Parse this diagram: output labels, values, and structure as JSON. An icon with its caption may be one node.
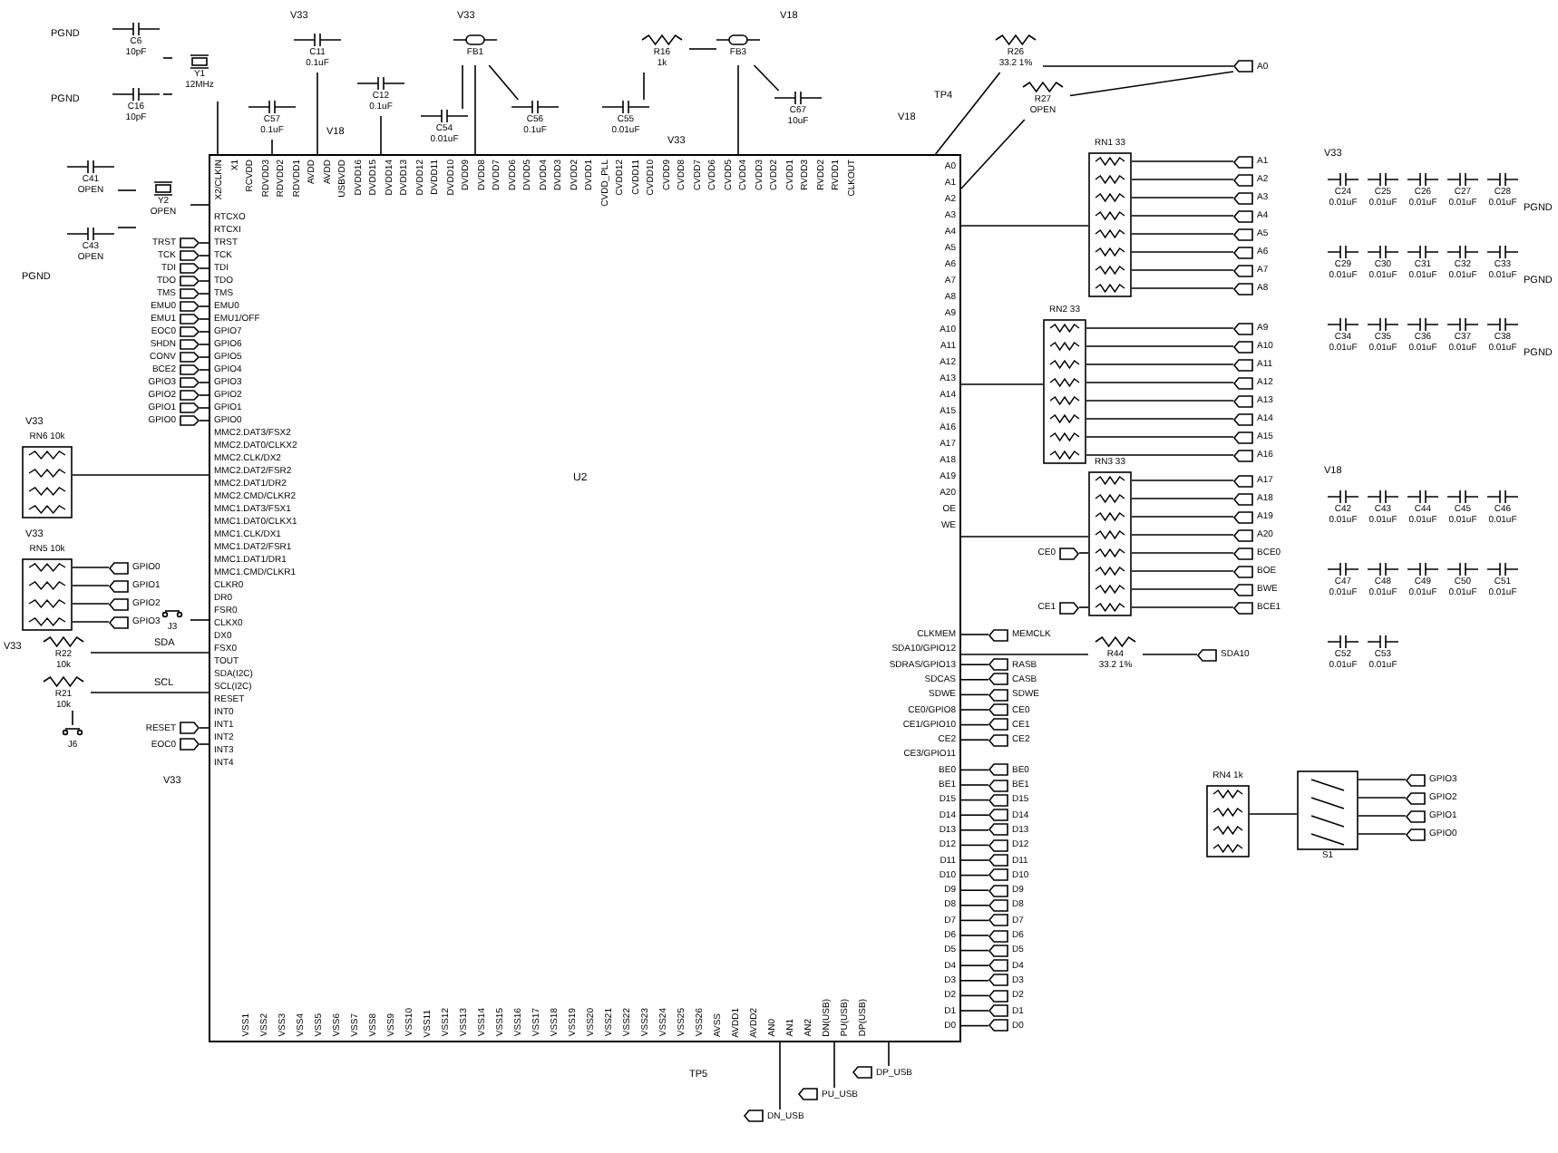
{
  "diagram": {
    "nodes": [
      {
        "text": [
          "U2"
        ]
      },
      {
        "text": [
          "C6",
          "10pF"
        ]
      },
      {
        "text": [
          "Y1",
          "12MHz"
        ]
      },
      {
        "text": [
          "C16",
          "10pF"
        ]
      },
      {
        "text": [
          "C41",
          "OPEN"
        ]
      },
      {
        "text": [
          "Y2",
          "OPEN"
        ]
      },
      {
        "text": [
          "C43",
          "OPEN"
        ]
      },
      {
        "text": [
          "C11",
          "0.1uF"
        ]
      },
      {
        "text": [
          "C12",
          "0.1uF"
        ]
      },
      {
        "text": [
          "C57",
          "0.1uF"
        ]
      },
      {
        "text": [
          "FB1"
        ]
      },
      {
        "text": [
          "C54",
          "0.01uF"
        ]
      },
      {
        "text": [
          "C56",
          "0.1uF"
        ]
      },
      {
        "text": [
          "R16",
          "1k"
        ]
      },
      {
        "text": [
          "C55",
          "0.01uF"
        ]
      },
      {
        "text": [
          "FB3"
        ]
      },
      {
        "text": [
          "C67",
          "10uF"
        ]
      },
      {
        "text": [
          "R26",
          "33.2 1%"
        ]
      },
      {
        "text": [
          "R27",
          "OPEN"
        ]
      },
      {
        "text": [
          "RN1 33"
        ]
      },
      {
        "text": [
          "RN2 33"
        ]
      },
      {
        "text": [
          "RN3 33"
        ]
      },
      {
        "text": [
          "R44",
          "33.2 1%"
        ]
      },
      {
        "text": [
          "RN6 10k"
        ]
      },
      {
        "text": [
          "RN5 10k"
        ]
      },
      {
        "text": [
          "R22",
          "10k"
        ]
      },
      {
        "text": [
          "R21",
          "10k"
        ]
      },
      {
        "text": [
          "J6"
        ]
      },
      {
        "text": [
          "J3"
        ]
      },
      {
        "text": [
          "RN4 1k"
        ]
      },
      {
        "text": [
          "S1"
        ]
      },
      {
        "text": [
          "C24",
          "0.01uF"
        ]
      },
      {
        "text": [
          "C25",
          "0.01uF"
        ]
      },
      {
        "text": [
          "C26",
          "0.01uF"
        ]
      },
      {
        "text": [
          "C27",
          "0.01uF"
        ]
      },
      {
        "text": [
          "C28",
          "0.01uF"
        ]
      },
      {
        "text": [
          "C29",
          "0.01uF"
        ]
      },
      {
        "text": [
          "C30",
          "0.01uF"
        ]
      },
      {
        "text": [
          "C31",
          "0.01uF"
        ]
      },
      {
        "text": [
          "C32",
          "0.01uF"
        ]
      },
      {
        "text": [
          "C33",
          "0.01uF"
        ]
      },
      {
        "text": [
          "C34",
          "0.01uF"
        ]
      },
      {
        "text": [
          "C35",
          "0.01uF"
        ]
      },
      {
        "text": [
          "C36",
          "0.01uF"
        ]
      },
      {
        "text": [
          "C37",
          "0.01uF"
        ]
      },
      {
        "text": [
          "C38",
          "0.01uF"
        ]
      },
      {
        "text": [
          "C42",
          "0.01uF"
        ]
      },
      {
        "text": [
          "C43",
          "0.01uF"
        ]
      },
      {
        "text": [
          "C44",
          "0.01uF"
        ]
      },
      {
        "text": [
          "C45",
          "0.01uF"
        ]
      },
      {
        "text": [
          "C46",
          "0.01uF"
        ]
      },
      {
        "text": [
          "C47",
          "0.01uF"
        ]
      },
      {
        "text": [
          "C48",
          "0.01uF"
        ]
      },
      {
        "text": [
          "C49",
          "0.01uF"
        ]
      },
      {
        "text": [
          "C50",
          "0.01uF"
        ]
      },
      {
        "text": [
          "C51",
          "0.01uF"
        ]
      },
      {
        "text": [
          "C52",
          "0.01uF"
        ]
      },
      {
        "text": [
          "C53",
          "0.01uF"
        ]
      },
      {
        "text": [
          "A0"
        ]
      },
      {
        "text": [
          "A1"
        ]
      },
      {
        "text": [
          "A2"
        ]
      },
      {
        "text": [
          "A3"
        ]
      },
      {
        "text": [
          "A4"
        ]
      },
      {
        "text": [
          "A5"
        ]
      },
      {
        "text": [
          "A6"
        ]
      },
      {
        "text": [
          "A7"
        ]
      },
      {
        "text": [
          "A8"
        ]
      },
      {
        "text": [
          "A9"
        ]
      },
      {
        "text": [
          "A10"
        ]
      },
      {
        "text": [
          "A11"
        ]
      },
      {
        "text": [
          "A12"
        ]
      },
      {
        "text": [
          "A13"
        ]
      },
      {
        "text": [
          "A14"
        ]
      },
      {
        "text": [
          "A15"
        ]
      },
      {
        "text": [
          "A16"
        ]
      },
      {
        "text": [
          "A17"
        ]
      },
      {
        "text": [
          "A18"
        ]
      },
      {
        "text": [
          "A19"
        ]
      },
      {
        "text": [
          "A20"
        ]
      },
      {
        "text": [
          "BCE0"
        ]
      },
      {
        "text": [
          "BOE"
        ]
      },
      {
        "text": [
          "BWE"
        ]
      },
      {
        "text": [
          "BCE1"
        ]
      },
      {
        "text": [
          "CE0"
        ]
      },
      {
        "text": [
          "CE1"
        ]
      },
      {
        "text": [
          "MEMCLK"
        ]
      },
      {
        "text": [
          "SDA10"
        ]
      },
      {
        "text": [
          "RASB"
        ]
      },
      {
        "text": [
          "CASB"
        ]
      },
      {
        "text": [
          "SDWE"
        ]
      },
      {
        "text": [
          "CE0"
        ]
      },
      {
        "text": [
          "CE1"
        ]
      },
      {
        "text": [
          "CE2"
        ]
      },
      {
        "text": [
          "BE0"
        ]
      },
      {
        "text": [
          "BE1"
        ]
      },
      {
        "text": [
          "D15"
        ]
      },
      {
        "text": [
          "D14"
        ]
      },
      {
        "text": [
          "D13"
        ]
      },
      {
        "text": [
          "D12"
        ]
      },
      {
        "text": [
          "D11"
        ]
      },
      {
        "text": [
          "D10"
        ]
      },
      {
        "text": [
          "D9"
        ]
      },
      {
        "text": [
          "D8"
        ]
      },
      {
        "text": [
          "D7"
        ]
      },
      {
        "text": [
          "D6"
        ]
      },
      {
        "text": [
          "D5"
        ]
      },
      {
        "text": [
          "D4"
        ]
      },
      {
        "text": [
          "D3"
        ]
      },
      {
        "text": [
          "D2"
        ]
      },
      {
        "text": [
          "D1"
        ]
      },
      {
        "text": [
          "D0"
        ]
      },
      {
        "text": [
          "DP_USB"
        ]
      },
      {
        "text": [
          "PU_USB"
        ]
      },
      {
        "text": [
          "DN_USB"
        ]
      },
      {
        "text": [
          "TRST"
        ]
      },
      {
        "text": [
          "TCK"
        ]
      },
      {
        "text": [
          "TDI"
        ]
      },
      {
        "text": [
          "TDO"
        ]
      },
      {
        "text": [
          "TMS"
        ]
      },
      {
        "text": [
          "EMU0"
        ]
      },
      {
        "text": [
          "EMU1"
        ]
      },
      {
        "text": [
          "EOC0"
        ]
      },
      {
        "text": [
          "SHDN"
        ]
      },
      {
        "text": [
          "CONV"
        ]
      },
      {
        "text": [
          "BCE2"
        ]
      },
      {
        "text": [
          "GPIO3"
        ]
      },
      {
        "text": [
          "GPIO2"
        ]
      },
      {
        "text": [
          "GPIO1"
        ]
      },
      {
        "text": [
          "GPIO0"
        ]
      },
      {
        "text": [
          "GPIO0"
        ]
      },
      {
        "text": [
          "GPIO1"
        ]
      },
      {
        "text": [
          "GPIO2"
        ]
      },
      {
        "text": [
          "GPIO3"
        ]
      },
      {
        "text": [
          "RESET"
        ]
      },
      {
        "text": [
          "EOC0"
        ]
      },
      {
        "text": [
          "GPIO3"
        ]
      },
      {
        "text": [
          "GPIO2"
        ]
      },
      {
        "text": [
          "GPIO1"
        ]
      },
      {
        "text": [
          "GPIO0"
        ]
      }
    ],
    "edges": [
      {
        "from": 1,
        "to": 2,
        "arrow": "none"
      },
      {
        "from": 3,
        "to": 2,
        "arrow": "none"
      },
      {
        "from": 2,
        "to": 0,
        "arrow": "none"
      },
      {
        "from": 4,
        "to": 5,
        "arrow": "none"
      },
      {
        "from": 6,
        "to": 5,
        "arrow": "none"
      },
      {
        "from": 5,
        "to": 0,
        "arrow": "none"
      },
      {
        "from": 7,
        "to": 0,
        "arrow": "none"
      },
      {
        "from": 8,
        "to": 0,
        "arrow": "none"
      },
      {
        "from": 9,
        "to": 0,
        "arrow": "none"
      },
      {
        "from": 10,
        "to": 11,
        "arrow": "none"
      },
      {
        "from": 10,
        "to": 12,
        "arrow": "none"
      },
      {
        "from": 10,
        "to": 0,
        "arrow": "none"
      },
      {
        "from": 13,
        "to": 14,
        "arrow": "none"
      },
      {
        "from": 13,
        "to": 15,
        "arrow": "none"
      },
      {
        "from": 15,
        "to": 16,
        "arrow": "none"
      },
      {
        "from": 15,
        "to": 0,
        "arrow": "none"
      },
      {
        "from": 0,
        "to": 17,
        "arrow": "none"
      },
      {
        "from": 0,
        "to": 18,
        "arrow": "none"
      },
      {
        "from": 17,
        "to": 58,
        "arrow": "none"
      },
      {
        "from": 18,
        "to": 58,
        "arrow": "none"
      },
      {
        "from": 0,
        "to": 19,
        "arrow": "none"
      },
      {
        "from": 19,
        "to": 59,
        "arrow": "none"
      },
      {
        "from": 19,
        "to": 60,
        "arrow": "none"
      },
      {
        "from": 19,
        "to": 61,
        "arrow": "none"
      },
      {
        "from": 19,
        "to": 62,
        "arrow": "none"
      },
      {
        "from": 19,
        "to": 63,
        "arrow": "none"
      },
      {
        "from": 19,
        "to": 64,
        "arrow": "none"
      },
      {
        "from": 19,
        "to": 65,
        "arrow": "none"
      },
      {
        "from": 19,
        "to": 66,
        "arrow": "none"
      },
      {
        "from": 0,
        "to": 20,
        "arrow": "none"
      },
      {
        "from": 20,
        "to": 67,
        "arrow": "none"
      },
      {
        "from": 20,
        "to": 68,
        "arrow": "none"
      },
      {
        "from": 20,
        "to": 69,
        "arrow": "none"
      },
      {
        "from": 20,
        "to": 70,
        "arrow": "none"
      },
      {
        "from": 20,
        "to": 71,
        "arrow": "none"
      },
      {
        "from": 20,
        "to": 72,
        "arrow": "none"
      },
      {
        "from": 20,
        "to": 73,
        "arrow": "none"
      },
      {
        "from": 20,
        "to": 74,
        "arrow": "none"
      },
      {
        "from": 0,
        "to": 21,
        "arrow": "none"
      },
      {
        "from": 21,
        "to": 75,
        "arrow": "none"
      },
      {
        "from": 21,
        "to": 76,
        "arrow": "none"
      },
      {
        "from": 21,
        "to": 77,
        "arrow": "none"
      },
      {
        "from": 21,
        "to": 78,
        "arrow": "none"
      },
      {
        "from": 21,
        "to": 79,
        "arrow": "none"
      },
      {
        "from": 21,
        "to": 80,
        "arrow": "none"
      },
      {
        "from": 21,
        "to": 81,
        "arrow": "none"
      },
      {
        "from": 21,
        "to": 82,
        "arrow": "none"
      },
      {
        "from": 83,
        "to": 21,
        "arrow": "none"
      },
      {
        "from": 84,
        "to": 21,
        "arrow": "none"
      },
      {
        "from": 0,
        "to": 85,
        "arrow": "none"
      },
      {
        "from": 0,
        "to": 22,
        "arrow": "none"
      },
      {
        "from": 22,
        "to": 86,
        "arrow": "none"
      },
      {
        "from": 0,
        "to": 87,
        "arrow": "none"
      },
      {
        "from": 0,
        "to": 88,
        "arrow": "none"
      },
      {
        "from": 0,
        "to": 89,
        "arrow": "none"
      },
      {
        "from": 0,
        "to": 90,
        "arrow": "none"
      },
      {
        "from": 0,
        "to": 91,
        "arrow": "none"
      },
      {
        "from": 0,
        "to": 92,
        "arrow": "none"
      },
      {
        "from": 0,
        "to": 93,
        "arrow": "none"
      },
      {
        "from": 0,
        "to": 94,
        "arrow": "none"
      },
      {
        "from": 0,
        "to": 95,
        "arrow": "none"
      },
      {
        "from": 0,
        "to": 96,
        "arrow": "none"
      },
      {
        "from": 0,
        "to": 97,
        "arrow": "none"
      },
      {
        "from": 0,
        "to": 98,
        "arrow": "none"
      },
      {
        "from": 0,
        "to": 99,
        "arrow": "none"
      },
      {
        "from": 0,
        "to": 100,
        "arrow": "none"
      },
      {
        "from": 0,
        "to": 101,
        "arrow": "none"
      },
      {
        "from": 0,
        "to": 102,
        "arrow": "none"
      },
      {
        "from": 0,
        "to": 103,
        "arrow": "none"
      },
      {
        "from": 0,
        "to": 104,
        "arrow": "none"
      },
      {
        "from": 0,
        "to": 105,
        "arrow": "none"
      },
      {
        "from": 0,
        "to": 106,
        "arrow": "none"
      },
      {
        "from": 0,
        "to": 107,
        "arrow": "none"
      },
      {
        "from": 0,
        "to": 108,
        "arrow": "none"
      },
      {
        "from": 0,
        "to": 109,
        "arrow": "none"
      },
      {
        "from": 0,
        "to": 110,
        "arrow": "none"
      },
      {
        "from": 0,
        "to": 111,
        "arrow": "none"
      },
      {
        "from": 0,
        "to": 112,
        "arrow": "none"
      },
      {
        "from": 0,
        "to": 113,
        "arrow": "none"
      },
      {
        "from": 114,
        "to": 0,
        "arrow": "none"
      },
      {
        "from": 115,
        "to": 0,
        "arrow": "none"
      },
      {
        "from": 116,
        "to": 0,
        "arrow": "none"
      },
      {
        "from": 117,
        "to": 0,
        "arrow": "none"
      },
      {
        "from": 118,
        "to": 0,
        "arrow": "none"
      },
      {
        "from": 119,
        "to": 0,
        "arrow": "none"
      },
      {
        "from": 120,
        "to": 0,
        "arrow": "none"
      },
      {
        "from": 121,
        "to": 0,
        "arrow": "none"
      },
      {
        "from": 122,
        "to": 0,
        "arrow": "none"
      },
      {
        "from": 123,
        "to": 0,
        "arrow": "none"
      },
      {
        "from": 124,
        "to": 0,
        "arrow": "none"
      },
      {
        "from": 125,
        "to": 0,
        "arrow": "none"
      },
      {
        "from": 126,
        "to": 0,
        "arrow": "none"
      },
      {
        "from": 127,
        "to": 0,
        "arrow": "none"
      },
      {
        "from": 128,
        "to": 0,
        "arrow": "none"
      },
      {
        "from": 23,
        "to": 0,
        "arrow": "none"
      },
      {
        "from": 24,
        "to": 129,
        "arrow": "none"
      },
      {
        "from": 24,
        "to": 130,
        "arrow": "none"
      },
      {
        "from": 24,
        "to": 131,
        "arrow": "none"
      },
      {
        "from": 24,
        "to": 132,
        "arrow": "none"
      },
      {
        "from": 25,
        "to": 0,
        "arrow": "none"
      },
      {
        "from": 26,
        "to": 0,
        "arrow": "none"
      },
      {
        "from": 27,
        "to": 26,
        "arrow": "none"
      },
      {
        "from": 28,
        "to": 0,
        "arrow": "none"
      },
      {
        "from": 133,
        "to": 0,
        "arrow": "none"
      },
      {
        "from": 134,
        "to": 0,
        "arrow": "none"
      },
      {
        "from": 29,
        "to": 30,
        "arrow": "none"
      },
      {
        "from": 30,
        "to": 135,
        "arrow": "none"
      },
      {
        "from": 30,
        "to": 136,
        "arrow": "none"
      },
      {
        "from": 30,
        "to": 137,
        "arrow": "none"
      },
      {
        "from": 30,
        "to": 138,
        "arrow": "none"
      }
    ],
    "labels": [
      "RTCXO",
      "RTCXI",
      "TRST",
      "TCK",
      "TDI",
      "TDO",
      "TMS",
      "EMU0",
      "EMU1/OFF",
      "GPIO7",
      "GPIO6",
      "GPIO5",
      "GPIO4",
      "GPIO3",
      "GPIO2",
      "GPIO1",
      "GPIO0",
      "MMC2.DAT3/FSX2",
      "MMC2.DAT0/CLKX2",
      "MMC2.CLK/DX2",
      "MMC2.DAT2/FSR2",
      "MMC2.DAT1/DR2",
      "MMC2.CMD/CLKR2",
      "MMC1.DAT3/FSX1",
      "MMC1.DAT0/CLKX1",
      "MMC1.CLK/DX1",
      "MMC1.DAT2/FSR1",
      "MMC1.DAT1/DR1",
      "MMC1.CMD/CLKR1",
      "CLKR0",
      "DR0",
      "FSR0",
      "CLKX0",
      "DX0",
      "FSX0",
      "TOUT",
      "SDA(I2C)",
      "SCL(I2C)",
      "RESET",
      "INT0",
      "INT1",
      "INT2",
      "INT3",
      "INT4",
      "A0",
      "A1",
      "A2",
      "A3",
      "A4",
      "A5",
      "A6",
      "A7",
      "A8",
      "A9",
      "A10",
      "A11",
      "A12",
      "A13",
      "A14",
      "A15",
      "A16",
      "A17",
      "A18",
      "A19",
      "A20",
      "OE",
      "WE",
      "CLKMEM",
      "SDA10/GPIO12",
      "SDRAS/GPIO13",
      "SDCAS",
      "SDWE",
      "CE0/GPIO8",
      "CE1/GPIO10",
      "CE2",
      "CE3/GPIO11",
      "BE0",
      "BE1",
      "D15",
      "D14",
      "D13",
      "D12",
      "D11",
      "D10",
      "D9",
      "D8",
      "D7",
      "D6",
      "D5",
      "D4",
      "D3",
      "D2",
      "D1",
      "D0",
      "X2/CLKIN",
      "X1",
      "RCVDD",
      "RDVDD3",
      "RDVDD2",
      "RDVDD1",
      "AVDD",
      "AVDD",
      "USBVDD",
      "DVDD16",
      "DVDD15",
      "DVDD14",
      "DVDD13",
      "DVDD12",
      "DVDD11",
      "DVDD10",
      "DVDD9",
      "DVDD8",
      "DVDD7",
      "DVDD6",
      "DVDD5",
      "DVDD4",
      "DVDD3",
      "DVDD2",
      "DVDD1",
      "CVDD_PLL",
      "CVDD12",
      "CVDD11",
      "CVDD10",
      "CVDD9",
      "CVDD8",
      "CVDD7",
      "CVDD6",
      "CVDD5",
      "CVDD4",
      "CVDD3",
      "CVDD2",
      "CVDD1",
      "RVDD3",
      "RVDD2",
      "RVDD1",
      "CLKOUT",
      "VSS1",
      "VSS2",
      "VSS3",
      "VSS4",
      "VSS5",
      "VSS6",
      "VSS7",
      "VSS8",
      "VSS9",
      "VSS10",
      "VSS11",
      "VSS12",
      "VSS13",
      "VSS14",
      "VSS15",
      "VSS16",
      "VSS17",
      "VSS18",
      "VSS19",
      "VSS20",
      "VSS21",
      "VSS22",
      "VSS23",
      "VSS24",
      "VSS25",
      "VSS26",
      "AVSS",
      "AVDD1",
      "AVDD2",
      "AN0",
      "AN1",
      "AN2",
      "DN(USB)",
      "PU(USB)",
      "DP(USB)",
      "V33",
      "V33",
      "V18",
      "PGND",
      "PGND",
      "V18",
      "V33",
      "V18",
      "TP4",
      "V33",
      "PGND",
      "PGND",
      "PGND",
      "V18",
      "PGND",
      "V33",
      "V33",
      "V33",
      "SDA",
      "SCL",
      "V33",
      "TP5"
    ]
  }
}
